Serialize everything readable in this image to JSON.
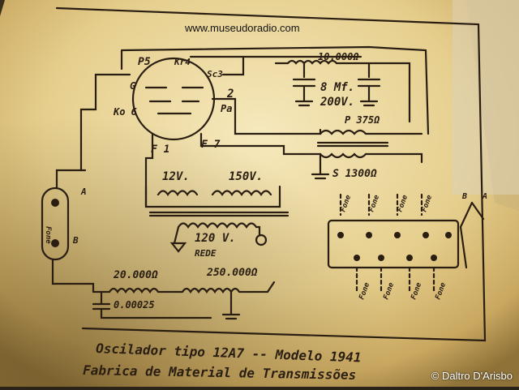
{
  "watermark_top": "www.museudoradio.com",
  "watermark_bottom": "© Daltro D'Arisbo",
  "caption_line1": "Oscilador tipo 12A7 -- Modelo 1941",
  "caption_line2": "Fabrica de Material de Transmissões",
  "pins": {
    "p5": "P5",
    "kr4": "Kr4",
    "sc3": "Sc3",
    "g": "G",
    "ko6": "Ko 6",
    "p2": "2",
    "pa": "Pa",
    "f1": "F 1",
    "f7": "F 7"
  },
  "components": {
    "r_top": "10.000Ω",
    "cap_value": "8 Mf.",
    "cap_voltage": "200V.",
    "xfmr_p": "P 375Ω",
    "xfmr_s": "S 1300Ω",
    "coil_12v": "12V.",
    "coil_150v": "150V.",
    "mains": "120 V.",
    "mains_label": "REDE",
    "r_left": "20.000Ω",
    "r_right": "250.000Ω",
    "cap_small": "0.00025"
  },
  "phone": {
    "label": "Fone",
    "term_a": "A",
    "term_b": "B"
  },
  "panel": {
    "fone_top": [
      "Fone",
      "Fone",
      "Fone",
      "Fone"
    ],
    "fone_bottom": [
      "Fone",
      "Fone",
      "Fone",
      "Fone"
    ],
    "term_b": "B",
    "term_a": "A"
  }
}
